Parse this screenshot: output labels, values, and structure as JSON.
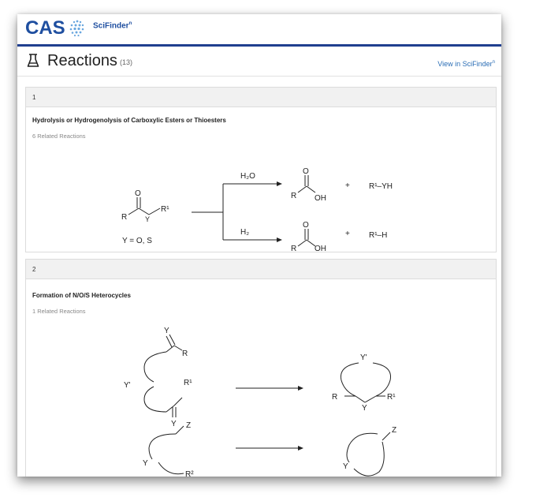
{
  "header": {
    "logo": "CAS",
    "brand": "SciFinder",
    "brand_mark": "n"
  },
  "page": {
    "title": "Reactions",
    "count": "(13)",
    "view_link": "View in SciFinder",
    "view_link_mark": "n"
  },
  "sections": [
    {
      "number": "1",
      "title": "Hydrolysis or Hydrogenolysis of Carboxylic Esters or Thioesters",
      "related": "6 Related Reactions",
      "scheme": {
        "reagent_top": "H₂O",
        "reagent_bottom": "H₂",
        "y_note": "Y = O, S",
        "plus": "+",
        "byproduct_top": "R¹–YH",
        "byproduct_bottom": "R¹–H",
        "O": "O",
        "R": "R",
        "Y": "Y",
        "R1": "R¹",
        "OH": "OH"
      }
    },
    {
      "number": "2",
      "title": "Formation of N/O/S Heterocycles",
      "related": "1 Related Reactions",
      "scheme": {
        "Y": "Y",
        "Yp": "Y'",
        "R": "R",
        "R1": "R¹",
        "R2": "R²",
        "Z": "Z"
      }
    }
  ],
  "colors": {
    "brand_blue": "#1f4fa0",
    "header_rule": "#1f3f8f",
    "link": "#2a6db5",
    "section_bar": "#f1f1f1"
  },
  "icons": [
    "cas-logo-icon",
    "flask-icon"
  ]
}
